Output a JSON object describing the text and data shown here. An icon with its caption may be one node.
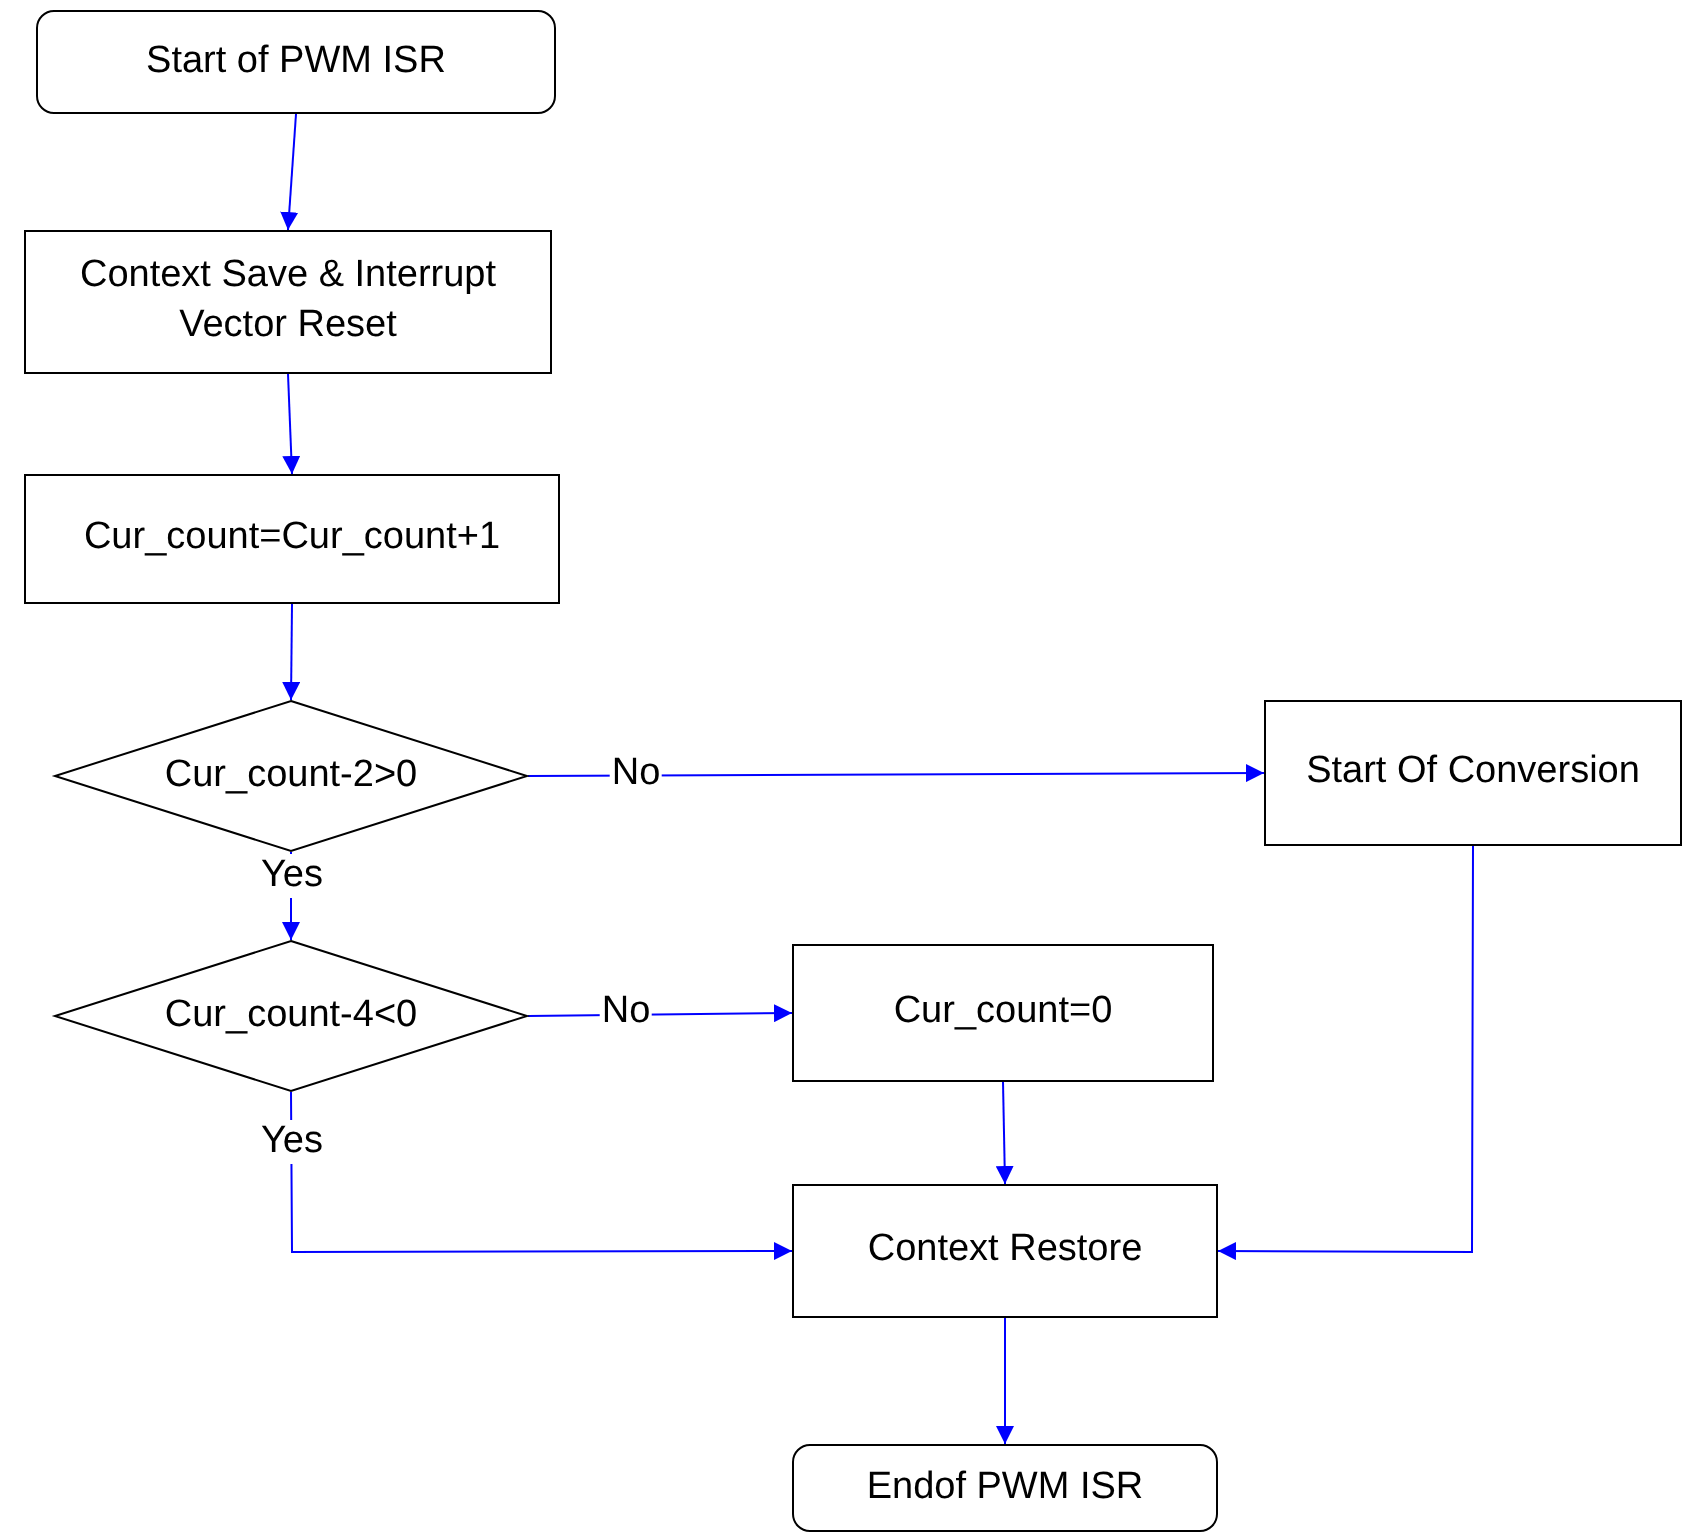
{
  "diagram": {
    "nodes": [
      {
        "text": [
          "Start of PWM ISR"
        ]
      },
      {
        "text": [
          "Context Save & Interrupt Vector Reset"
        ]
      },
      {
        "text": [
          "Cur_count=Cur_count+1"
        ]
      },
      {
        "text": [
          "Cur_count-2>0"
        ]
      },
      {
        "text": [
          "Start Of Conversion"
        ]
      },
      {
        "text": [
          "Cur_count-4<0"
        ]
      },
      {
        "text": [
          "Cur_count=0"
        ]
      },
      {
        "text": [
          "Context Restore"
        ]
      },
      {
        "text": [
          "Endof PWM ISR"
        ]
      }
    ],
    "edges": [
      {
        "from": 0,
        "to": 1,
        "arrow": "to"
      },
      {
        "from": 1,
        "to": 2,
        "arrow": "to"
      },
      {
        "from": 2,
        "to": 3,
        "arrow": "to"
      },
      {
        "from": 3,
        "to": 4,
        "arrow": "to",
        "label": "No"
      },
      {
        "from": 3,
        "to": 5,
        "arrow": "to",
        "label": "Yes"
      },
      {
        "from": 5,
        "to": 6,
        "arrow": "to",
        "label": "No"
      },
      {
        "from": 5,
        "to": 7,
        "arrow": "to",
        "label": "Yes"
      },
      {
        "from": 6,
        "to": 7,
        "arrow": "to"
      },
      {
        "from": 4,
        "to": 7,
        "arrow": "to"
      },
      {
        "from": 7,
        "to": 8,
        "arrow": "to"
      }
    ]
  }
}
